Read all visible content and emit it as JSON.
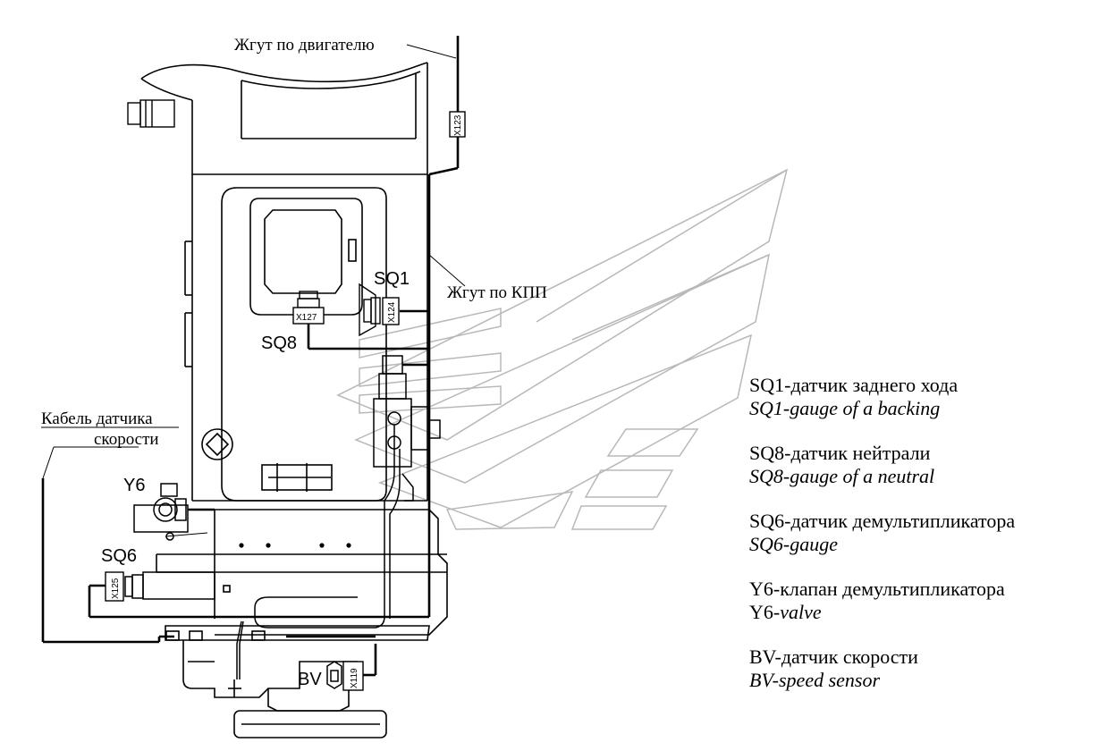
{
  "callouts": {
    "engine_harness": "Жгут по двигателю",
    "gearbox_harness": "Жгут по КПП",
    "speed_cable_line1": "Кабель датчика",
    "speed_cable_line2": "скорости"
  },
  "components": {
    "sq1": "SQ1",
    "sq8": "SQ8",
    "y6": "Y6",
    "sq6": "SQ6",
    "bv": "BV"
  },
  "connectors": {
    "x123": "X123",
    "x124": "X124",
    "x127": "X127",
    "x125": "X125",
    "x119": "X119"
  },
  "legend": [
    {
      "ru": "SQ1-датчик заднего хода",
      "en": "SQ1-gauge of a backing"
    },
    {
      "ru": "SQ8-датчик нейтрали",
      "en": "SQ8-gauge of a neutral"
    },
    {
      "ru": "SQ6-датчик демультипликатора",
      "en": "SQ6-gauge"
    },
    {
      "ru": "Y6-клапан демультипликатора",
      "en_prefix": "Y6-",
      "en": "valve"
    },
    {
      "ru": "BV-датчик скорости",
      "en": "BV-speed sensor"
    }
  ]
}
